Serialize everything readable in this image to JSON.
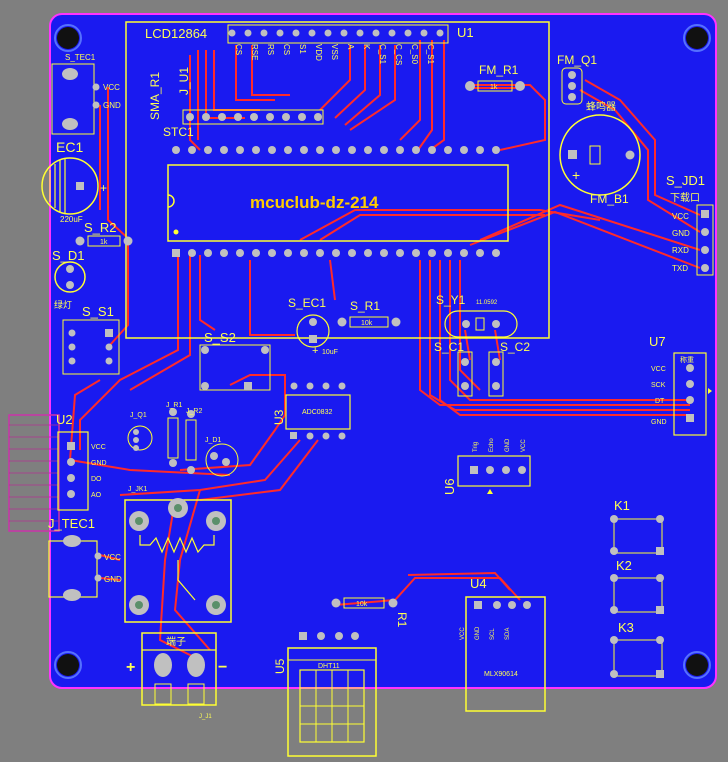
{
  "colors": {
    "board": "#1a1af0",
    "background": "#7f7f7f",
    "outline": "#ff33ff",
    "trace": "#ff2a2a",
    "silkscreen": "#ffff33",
    "pad": "#c0c0c0",
    "pad_hole": "#5a8f6a",
    "title_text": "#ffcc00"
  },
  "title": "mcuclub-dz-214",
  "labels": {
    "lcd": "LCD12864",
    "u1": "U1",
    "fm_r1": "FM_R1",
    "fm_q1": "FM_Q1",
    "fm_b1": "FM_B1",
    "fm_b1_cn": "蜂鸣器",
    "sma_r1": "SMA_R1",
    "j_u1": "J_U1",
    "stc1": "STC1",
    "s_tec1": "S_TEC1",
    "ec1": "EC1",
    "ec1_val": "220uF",
    "s_r2": "S_R2",
    "s_d1": "S_D1",
    "s_d1_cn": "绿灯",
    "s_s1": "S_S1",
    "s_ec1": "S_EC1",
    "s_ec1_val": "10uF",
    "s_r1": "S_R1",
    "s_r1_val": "10k",
    "s_y1": "S_Y1",
    "s_y1_val": "11.0592",
    "s_c1": "S_C1",
    "s_c2": "S_C2",
    "s_s2": "S_S2",
    "u3": "U3",
    "u3_part": "ADC0832",
    "u2": "U2",
    "j_q1": "J_Q1",
    "j_r1": "J_R1",
    "j_r2": "J_R2",
    "j_d1": "J_D1",
    "j_jk1": "J_JK1",
    "j_tec1": "J_TEC1",
    "u7": "U7",
    "u6": "U6",
    "u4": "U4",
    "u4_part": "MLX90614",
    "u5": "U5",
    "u5_part": "DHT11",
    "r1": "R1",
    "r1_val": "10k",
    "k1": "K1",
    "k2": "K2",
    "k3": "K3",
    "s_jd1": "S_JD1",
    "s_jd1_cn": "下载口",
    "j_j1": "J_J1",
    "terminal_cn": "端子",
    "plus": "+",
    "minus": "−",
    "r_small": "1k"
  },
  "lcd_pins": [
    "CS",
    "RSE",
    "RS",
    "CS",
    "S1",
    "VDD",
    "VSS",
    "A",
    "K",
    "C_S1",
    "C_CS",
    "C_S0",
    "C_S1"
  ],
  "tec_pins": [
    "VCC",
    "GND"
  ],
  "s_jd1_pins": [
    "VCC",
    "GND",
    "RXD",
    "TXD"
  ],
  "u7_pins": [
    "VCC",
    "SCK",
    "DT",
    "GND"
  ],
  "u7_header": "称重",
  "u2_pins": [
    "VCC",
    "GND",
    "DO",
    "AO"
  ],
  "u6_pins": [
    "Trig",
    "Echo",
    "GND",
    "VCC"
  ],
  "u4_pins": [
    "VCC",
    "GND",
    "SCL",
    "SDA"
  ],
  "j_tec1_pins": [
    "VCC",
    "GND"
  ]
}
